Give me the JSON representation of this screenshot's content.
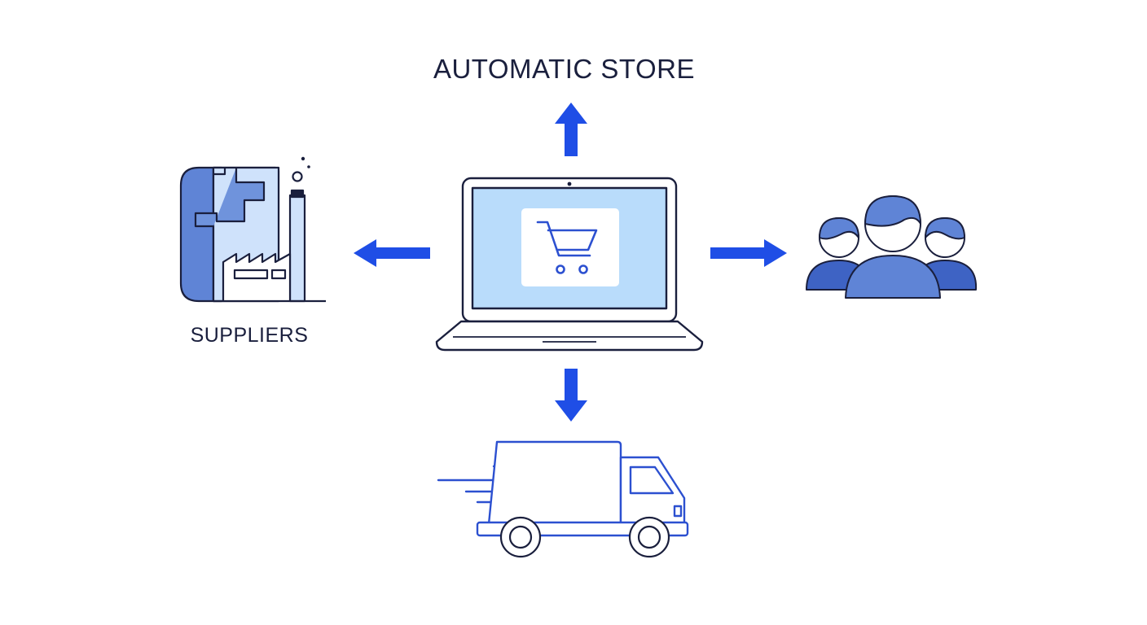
{
  "title": "AUTOMATIC STORE",
  "nodes": {
    "suppliers": {
      "label": "SUPPLIERS",
      "icon": "factory-icon"
    },
    "store": {
      "icon": "laptop-icon",
      "inner_icon": "shopping-cart-icon"
    },
    "customers": {
      "icon": "people-group-icon"
    },
    "delivery": {
      "icon": "delivery-truck-icon"
    }
  },
  "arrows": [
    {
      "from": "store",
      "direction": "up"
    },
    {
      "from": "store",
      "direction": "left",
      "to": "suppliers"
    },
    {
      "from": "store",
      "direction": "right",
      "to": "customers"
    },
    {
      "from": "store",
      "direction": "down",
      "to": "delivery"
    }
  ],
  "colors": {
    "accent": "#1f4ee6",
    "outline": "#1a1f3d",
    "icon_fill": "#5f84d6",
    "icon_fill_dark": "#3e63c4",
    "screen_fill": "#b9dcfb",
    "truck_stroke": "#2c50d0"
  }
}
